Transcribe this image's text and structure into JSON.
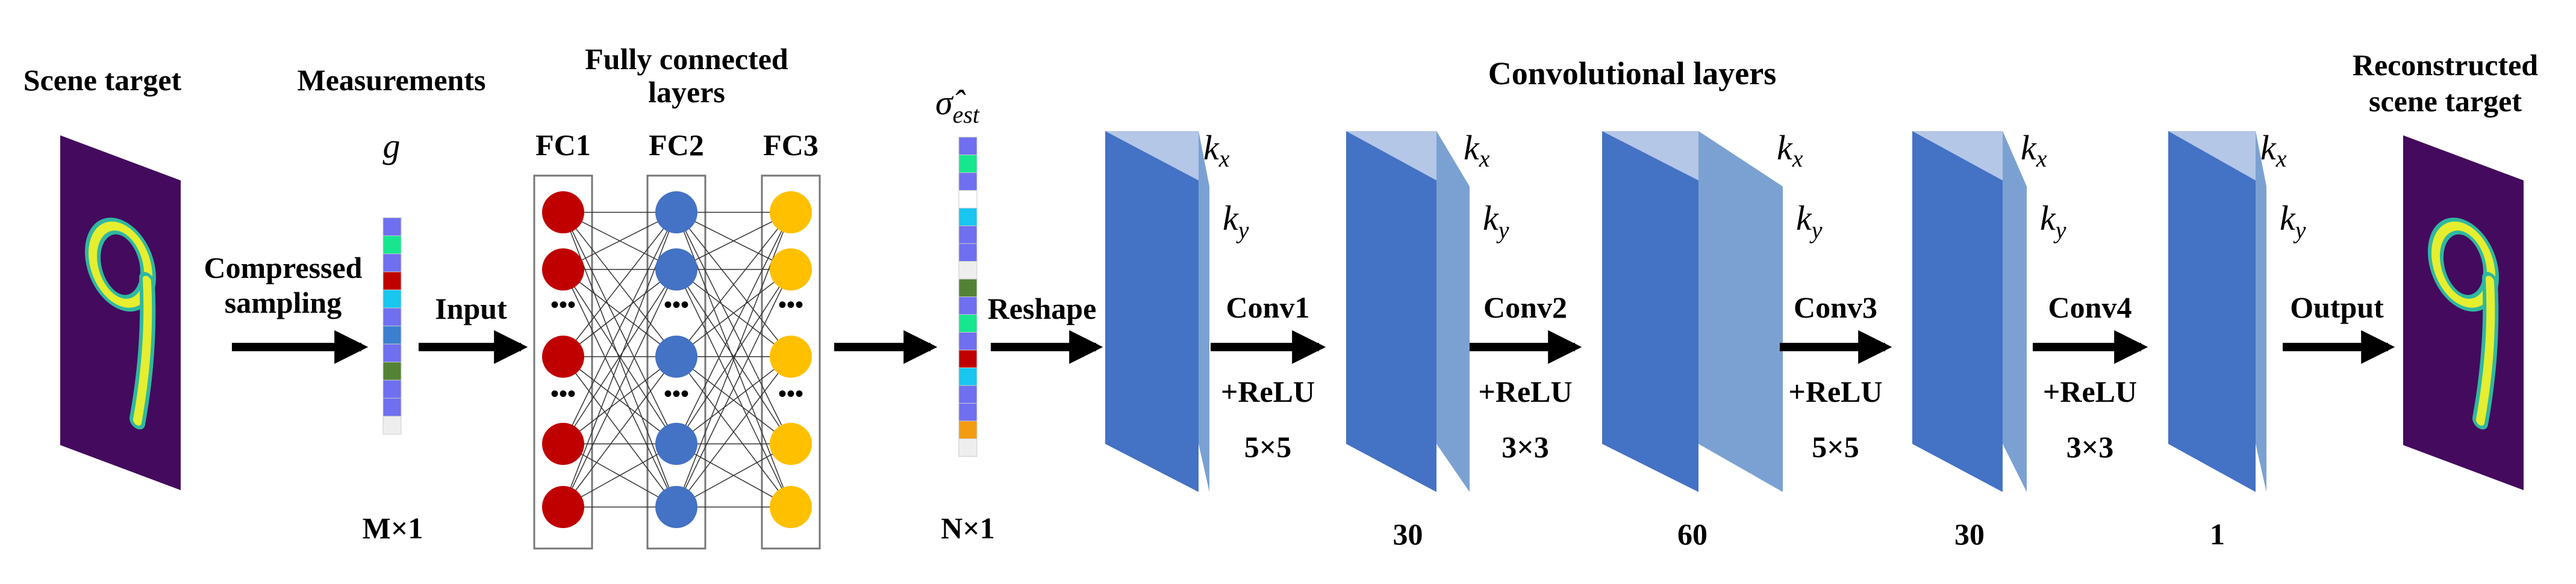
{
  "labels": {
    "scene_target": "Scene target",
    "measurements": "Measurements",
    "fc_title_1": "Fully connected",
    "fc_title_2": "layers",
    "conv_title": "Convolutional layers",
    "recon_1": "Reconstructed",
    "recon_2": "scene target",
    "compressed_1": "Compressed",
    "compressed_2": "sampling",
    "input": "Input",
    "reshape": "Reshape",
    "output": "Output",
    "g": "g",
    "sigma_main": "σ̂",
    "sigma_sub": "est",
    "m_size": "M×1",
    "n_size": "N×1",
    "kx_main": "k",
    "kx_sub": "x",
    "ky_main": "k",
    "ky_sub": "y",
    "fc1": "FC1",
    "fc2": "FC2",
    "fc3": "FC3",
    "dots": "•••"
  },
  "conv_layers": [
    {
      "name": "Conv1",
      "act": "+ReLU",
      "kernel": "5×5",
      "channels": ""
    },
    {
      "name": "Conv2",
      "act": "+ReLU",
      "kernel": "3×3",
      "channels": "30"
    },
    {
      "name": "Conv3",
      "act": "+ReLU",
      "kernel": "5×5",
      "channels": "60"
    },
    {
      "name": "Conv4",
      "act": "+ReLU",
      "kernel": "3×3",
      "channels": "30"
    },
    {
      "name": "",
      "act": "",
      "kernel": "",
      "channels": "1"
    }
  ],
  "colors": {
    "scene_bg": "#440a5e",
    "digit": "#e6ee30",
    "digit_edge": "#2fb8a0",
    "fc1_node": "#c00000",
    "fc2_node": "#4472c4",
    "fc3_node": "#ffc000",
    "slab_front": "#4472c4",
    "slab_top": "#b4c7e7",
    "slab_side": "#7ba1d2"
  },
  "measurement_colors": [
    "#6f6ff0",
    "#17e68f",
    "#6f6ff0",
    "#c00000",
    "#18c6f0",
    "#6f6ff0",
    "#3c7fd0",
    "#6f6ff0",
    "#548235",
    "#6f6ff0",
    "#6f6ff0",
    "#eeeeee"
  ],
  "estimate_colors": [
    "#6f6ff0",
    "#17e68f",
    "#6f6ff0",
    "#ffffff",
    "#18c6f0",
    "#6f6ff0",
    "#6f6ff0",
    "#eeeeee",
    "#548235",
    "#6f6ff0",
    "#17e68f",
    "#6f6ff0",
    "#c00000",
    "#18c6f0",
    "#6f6ff0",
    "#6f6ff0",
    "#f39c12",
    "#eeeeee"
  ]
}
